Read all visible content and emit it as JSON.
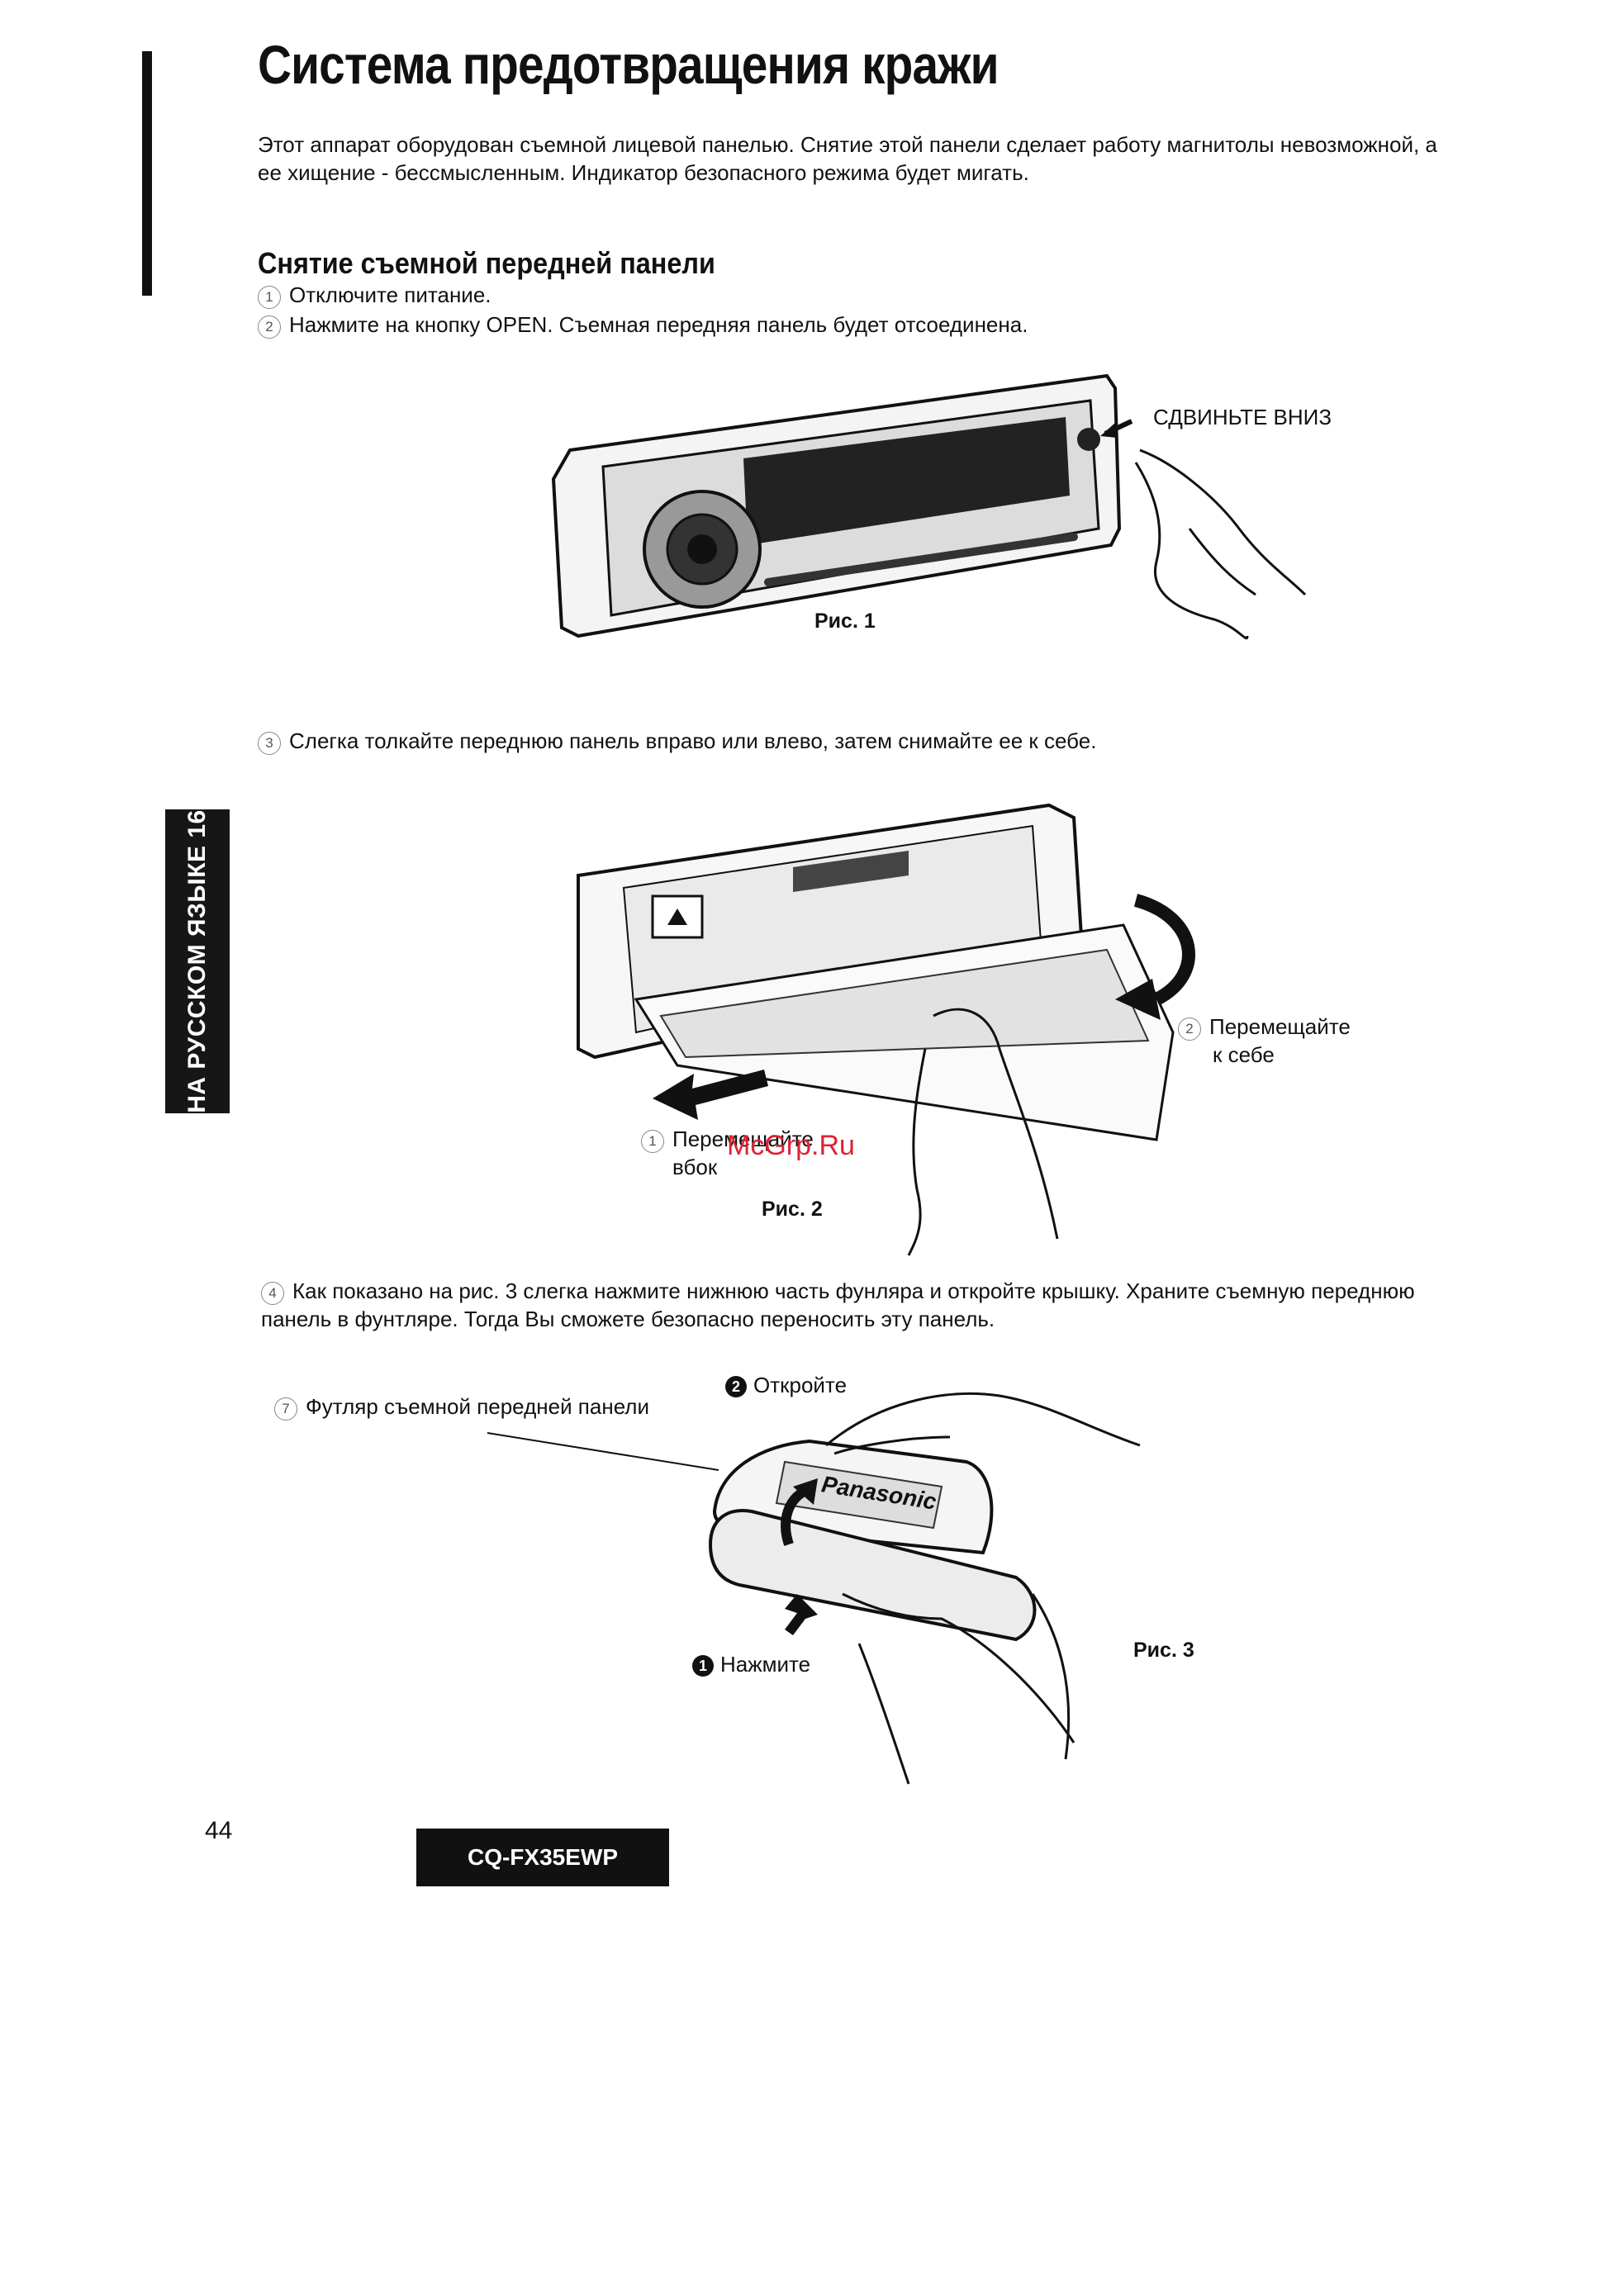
{
  "title": "Система предотвращения кражи",
  "intro": "Этот аппарат оборудован съемной лицевой панелью.  Снятие этой панели сделает работу магнитолы невозможной, а ее хищение - бессмысленным.  Индикатор безопасного режима будет мигать.",
  "section": {
    "heading": "Снятие съемной передней панели",
    "steps": [
      {
        "num": "1",
        "text": "Отключите питание."
      },
      {
        "num": "2",
        "text": "Нажмите на кнопку OPEN. Съемная передняя панель будет отсоединена."
      },
      {
        "num": "3",
        "text": "Слегка толкайте переднюю панель вправо или влево, затем снимайте ее к себе."
      },
      {
        "num": "4",
        "text": "Как показано на рис. 3 слегка нажмите нижнюю часть фунляра и откройте крышку.  Храните съемную переднюю панель в фунтляре.  Тогда Вы сможете безопасно переносить эту панель."
      }
    ]
  },
  "fig1": {
    "caption": "Рис. 1",
    "label": "СДВИНЬТЕ ВНИЗ"
  },
  "fig2": {
    "caption": "Рис. 2",
    "label1_num": "1",
    "label1_line1": "Перемещайте",
    "label1_line2": "вбок",
    "label2_num": "2",
    "label2_line1": "Перемещайте",
    "label2_line2": "к себе"
  },
  "fig3": {
    "caption": "Рис. 3",
    "case_num": "7",
    "case_label": "Футляр съемной передней панели",
    "open_num": "2",
    "open_label": "Откройте",
    "press_num": "1",
    "press_label": "Нажмите",
    "brand": "Panasonic"
  },
  "side_tab": "НА РУССКОМ ЯЗЫКЕ 16",
  "page_number": "44",
  "model": "CQ-FX35EWP",
  "watermark": "McGrp.Ru"
}
